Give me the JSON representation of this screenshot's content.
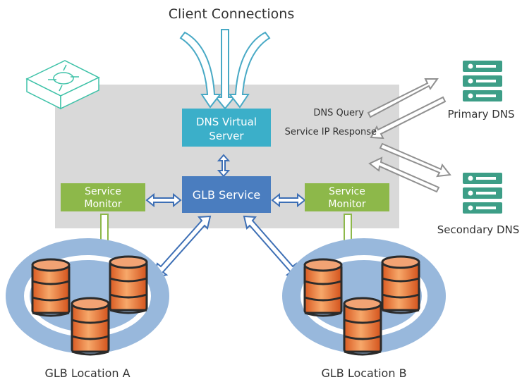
{
  "title": "Client Connections",
  "nodes": {
    "dns_virtual_server": [
      "DNS Virtual",
      "Server"
    ],
    "glb_service": "GLB Service",
    "service_monitor_left": [
      "Service",
      "Monitor"
    ],
    "service_monitor_right": [
      "Service",
      "Monitor"
    ]
  },
  "labels": {
    "dns_query": "DNS Query",
    "service_ip_response": "Service IP Response",
    "primary_dns": "Primary DNS",
    "secondary_dns": "Secondary DNS",
    "glb_location_a": "GLB Location A",
    "glb_location_b": "GLB Location B"
  },
  "colors": {
    "panel": "#d9d9d9",
    "dns_virtual_server": "#3bafc9",
    "glb_service": "#4a7dbf",
    "service_monitor": "#8db84a",
    "location_ring": "#98b8dc",
    "database": "#e8743b",
    "dns_server": "#3d9e87",
    "client_arrow": "#48a9c5",
    "link_arrow": "#3d6fb5",
    "monitor_arrow": "#8db84a",
    "query_arrow": "#909090",
    "router_icon": "#3ec2a8"
  },
  "icons": [
    "router-icon",
    "server-icon",
    "database-icon"
  ]
}
